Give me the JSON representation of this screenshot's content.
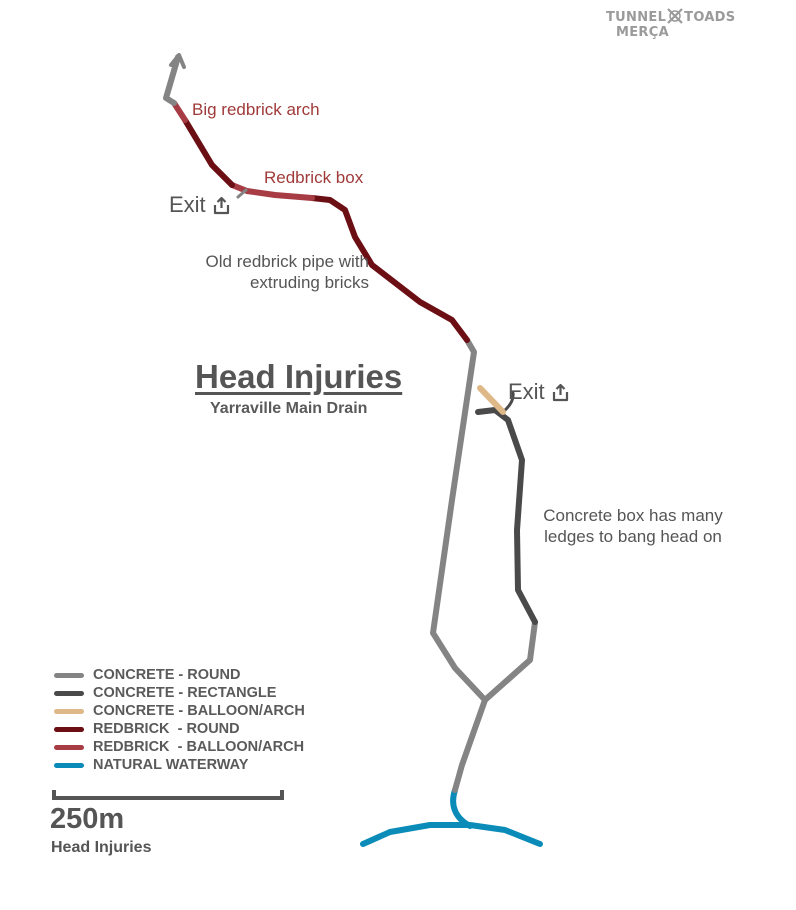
{
  "branding": {
    "tunnel": "TUNNEL",
    "toads": "TOADS",
    "merca": "MERÇA"
  },
  "title": "Head Injuries",
  "subtitle": "Yarraville Main Drain",
  "labels": {
    "big_arch": "Big redbrick arch",
    "redbrick_box": "Redbrick box",
    "old_pipe_line1": "Old redbrick pipe with",
    "old_pipe_line2": "extruding bricks",
    "concrete_box_line1": "Concrete box has many",
    "concrete_box_line2": "ledges to bang head on"
  },
  "exits": [
    {
      "label": "Exit"
    },
    {
      "label": "Exit"
    }
  ],
  "legend": [
    {
      "label": "CONCRETE - ROUND",
      "color": "#848484"
    },
    {
      "label": "CONCRETE - RECTANGLE",
      "color": "#4a4a4a"
    },
    {
      "label": "CONCRETE - BALLOON/ARCH",
      "color": "#deb887"
    },
    {
      "label": "REDBRICK  - ROUND",
      "color": "#6b0f14"
    },
    {
      "label": "REDBRICK  - BALLOON/ARCH",
      "color": "#a73c44"
    },
    {
      "label": "NATURAL WATERWAY",
      "color": "#0a8bb8"
    }
  ],
  "scale": {
    "value": "250m",
    "name": "Head Injuries"
  }
}
